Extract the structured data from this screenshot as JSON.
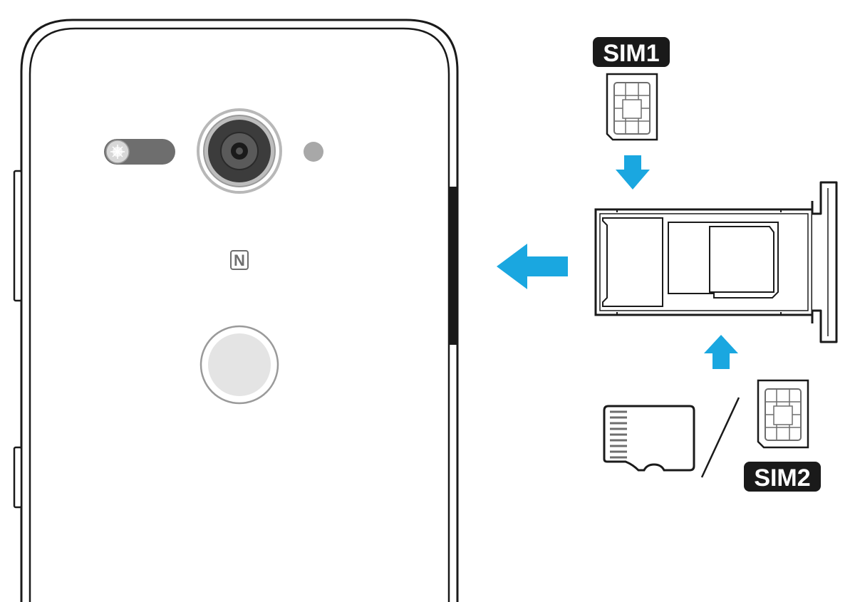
{
  "labels": {
    "sim1": "SIM1",
    "sim2": "SIM2",
    "nfc_mark": "N"
  },
  "icons": {
    "nfc": "nfc-icon",
    "camera": "camera-lens-icon",
    "flash": "flash-icon",
    "fingerprint": "fingerprint-sensor-icon",
    "arrow_left": "arrow-left-icon",
    "arrow_down": "arrow-down-icon",
    "arrow_up": "arrow-up-icon"
  },
  "colors": {
    "outline": "#1a1a1a",
    "arrow": "#1aa7e0",
    "label_bg": "#1a1a1a",
    "label_text": "#ffffff",
    "sensor_fill": "#e4e4e4",
    "flash_gray": "#6e6e6e",
    "camera_ring": "#b8b8b8"
  }
}
